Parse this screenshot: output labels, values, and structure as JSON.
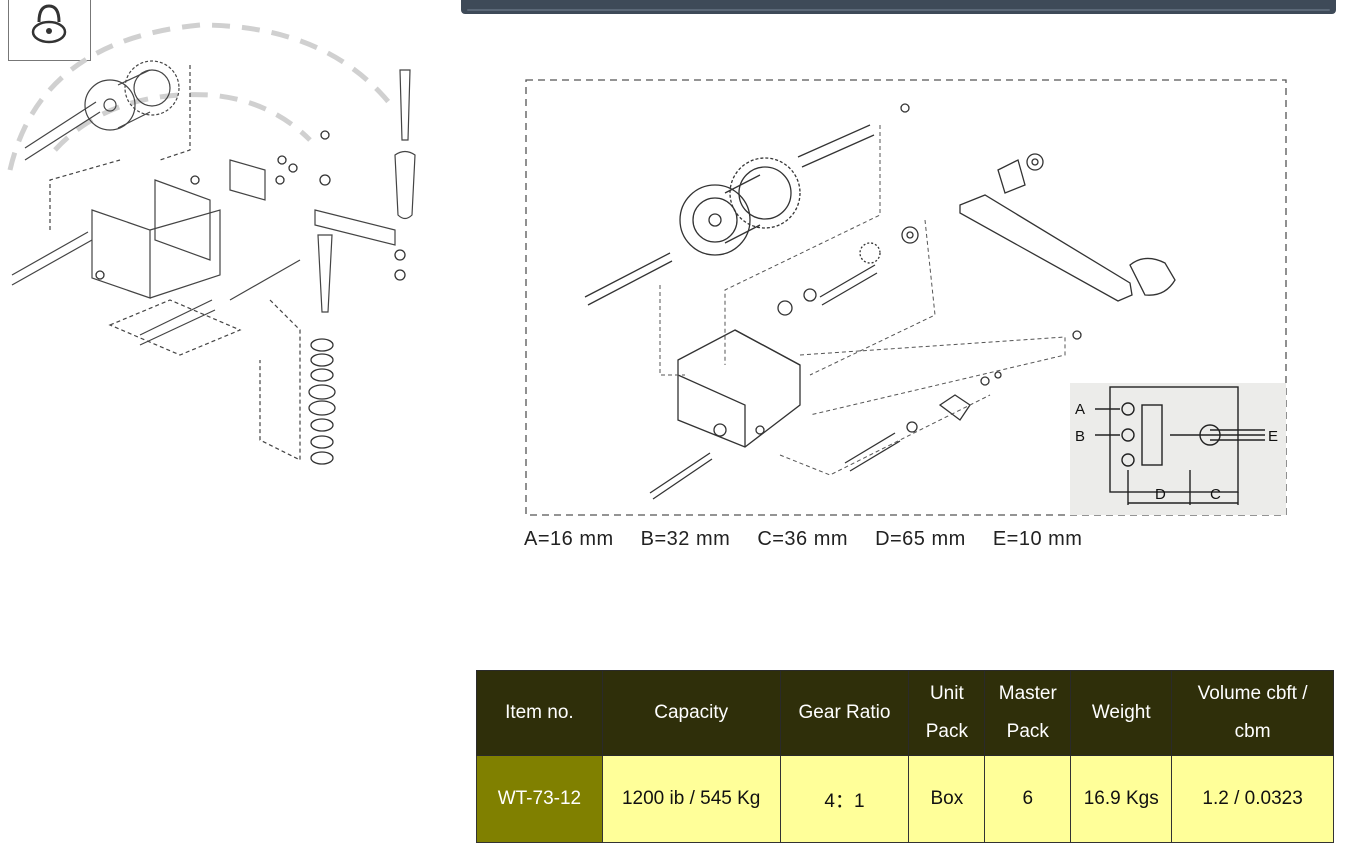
{
  "dimensions": {
    "a": "A=16 mm",
    "b": "B=32 mm",
    "c": "C=36 mm",
    "d": "D=65 mm",
    "e": "E=10 mm"
  },
  "inset_labels": {
    "a": "A",
    "b": "B",
    "c": "C",
    "d": "D",
    "e": "E"
  },
  "spec_table": {
    "headers": {
      "item_no": "Item no.",
      "capacity": "Capacity",
      "gear_ratio": "Gear Ratio",
      "unit_pack_line1": "Unit",
      "unit_pack_line2": "Pack",
      "master_pack_line1": "Master",
      "master_pack_line2": "Pack",
      "weight": "Weight",
      "volume_line1": "Volume cbft /",
      "volume_line2": "cbm"
    },
    "row": {
      "item_no": "WT-73-12",
      "capacity": "1200 ib / 545 Kg",
      "gear_ratio": "4：1",
      "unit_pack": "Box",
      "master_pack": "6",
      "weight": "16.9 Kgs",
      "volume": "1.2 / 0.0323"
    }
  },
  "colors": {
    "header_bg": "#2f2f0a",
    "item_cell_bg": "#808000",
    "cell_bg": "#ffff99",
    "top_bar": "#3e4a58"
  },
  "icons": {
    "lock": "padlock-icon"
  }
}
